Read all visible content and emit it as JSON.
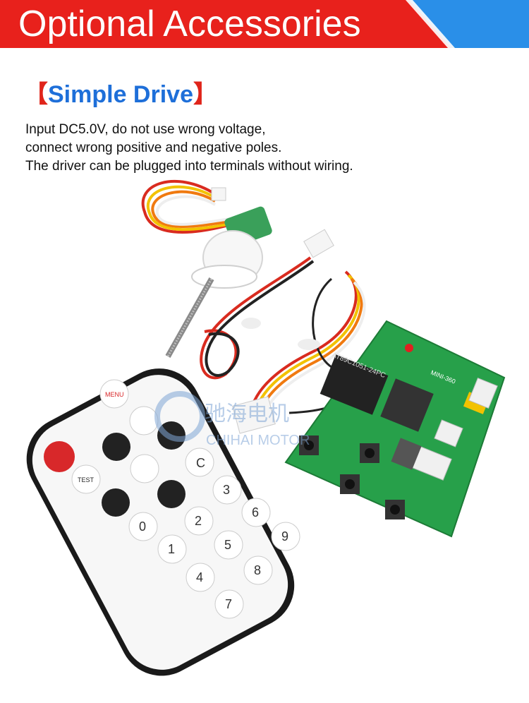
{
  "banner": {
    "title": "Optional Accessories",
    "colors": {
      "red": "#e8211c",
      "blue": "#2a8fe8"
    }
  },
  "section": {
    "bracket_left": "【",
    "title": "Simple Drive",
    "bracket_right": "】"
  },
  "description": [
    "Input DC5.0V, do not use wrong voltage,",
    "connect wrong positive and negative poles.",
    "The driver can be plugged into terminals without wiring."
  ],
  "photo": {
    "watermark_cn": "驰海电机",
    "watermark_en": "CHIHAI MOTOR",
    "remote": {
      "menu_label": "MENU",
      "test_label": "TEST",
      "number_keys": [
        "0",
        "1",
        "2",
        "3",
        "4",
        "5",
        "6",
        "7",
        "8",
        "9"
      ],
      "c_key": "C"
    },
    "board": {
      "chip_label": "AT89C1051-24PC",
      "silk_label": "MINI-360"
    }
  }
}
